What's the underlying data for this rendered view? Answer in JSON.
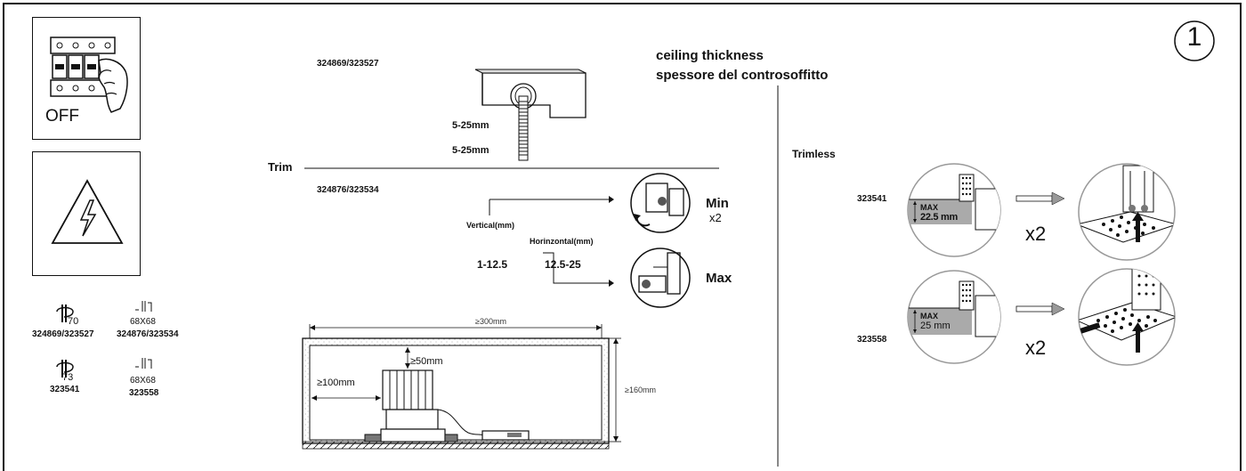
{
  "step_number": "1",
  "left": {
    "off_label": "OFF",
    "icons": [
      {
        "name": "cutout-hole-icon",
        "value": "70",
        "caption": "324869/323527"
      },
      {
        "name": "cutout-square-icon",
        "value": "68X68",
        "caption": "324876/323534"
      },
      {
        "name": "cutout-hole-icon",
        "value": "73",
        "caption": "323541"
      },
      {
        "name": "cutout-square-icon",
        "value": "68X68",
        "caption": "323558"
      }
    ]
  },
  "trim": {
    "label": "Trim",
    "model_top": "324869/323527",
    "model_bottom": "324876/323534",
    "ceiling_title_en": "ceiling thickness",
    "ceiling_title_it": "spessore del controsoffitto",
    "range_1": "5-25mm",
    "range_2": "5-25mm",
    "vertical_label": "Vertical(mm)",
    "horizontal_label": "Horinzontal(mm)",
    "vertical_value": "1-12.5",
    "horizontal_value": "12.5-25",
    "min_label": "Min",
    "min_count": "x2",
    "max_label": "Max"
  },
  "clearance": {
    "width": "≥300mm",
    "side": "≥100mm",
    "top": "≥50mm",
    "height": "≥160mm"
  },
  "trimless": {
    "label": "Trimless",
    "rows": [
      {
        "model": "323541",
        "max_label": "MAX",
        "max_value": "22.5 mm",
        "count": "x2"
      },
      {
        "model": "323558",
        "max_label": "MAX",
        "max_value": "25 mm",
        "count": "x2"
      }
    ]
  }
}
